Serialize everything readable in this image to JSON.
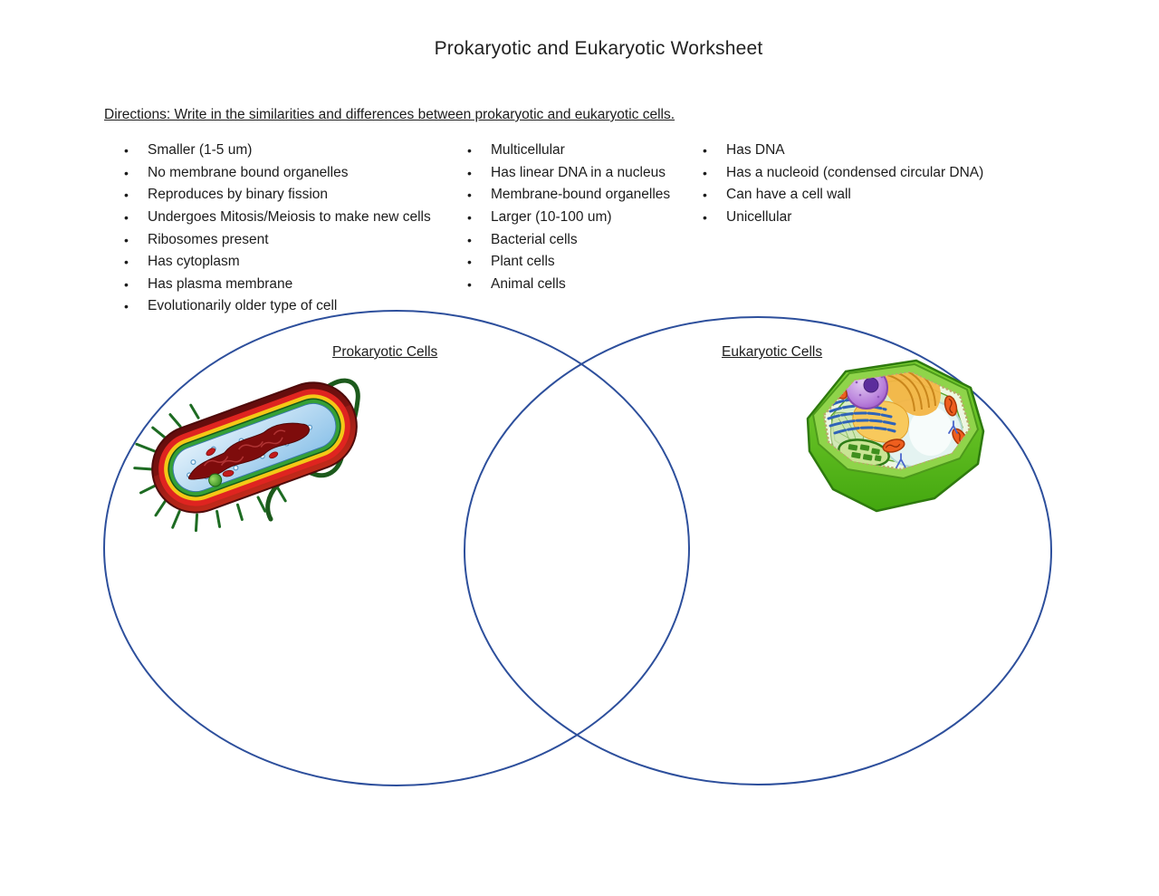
{
  "document": {
    "title": "Prokaryotic and Eukaryotic Worksheet",
    "directions": "Directions: Write in the similarities and differences between prokaryotic and eukaryotic cells."
  },
  "word_bank": {
    "bullet": "•",
    "column1": [
      "Smaller (1-5 um)",
      "No membrane bound organelles",
      "Reproduces by binary fission",
      "Undergoes Mitosis/Meiosis to make new cells",
      "Ribosomes present",
      "Has cytoplasm",
      "Has plasma membrane",
      "Evolutionarily older type of cell"
    ],
    "column2": [
      "Multicellular",
      "Has linear DNA in a nucleus",
      "Membrane-bound organelles",
      "Larger (10-100 um)",
      "Bacterial cells",
      "Plant cells",
      "Animal cells"
    ],
    "column3": [
      "Has DNA",
      "Has a nucleoid (condensed circular DNA)",
      "Can have a cell wall",
      "Unicellular"
    ]
  },
  "venn": {
    "left_label": "Prokaryotic Cells",
    "right_label": "Eukaryotic Cells",
    "circle_color": "#2d4f9c"
  },
  "illustrations": {
    "left": "bacterium-prokaryote-cell",
    "right": "plant-eukaryote-cell"
  }
}
